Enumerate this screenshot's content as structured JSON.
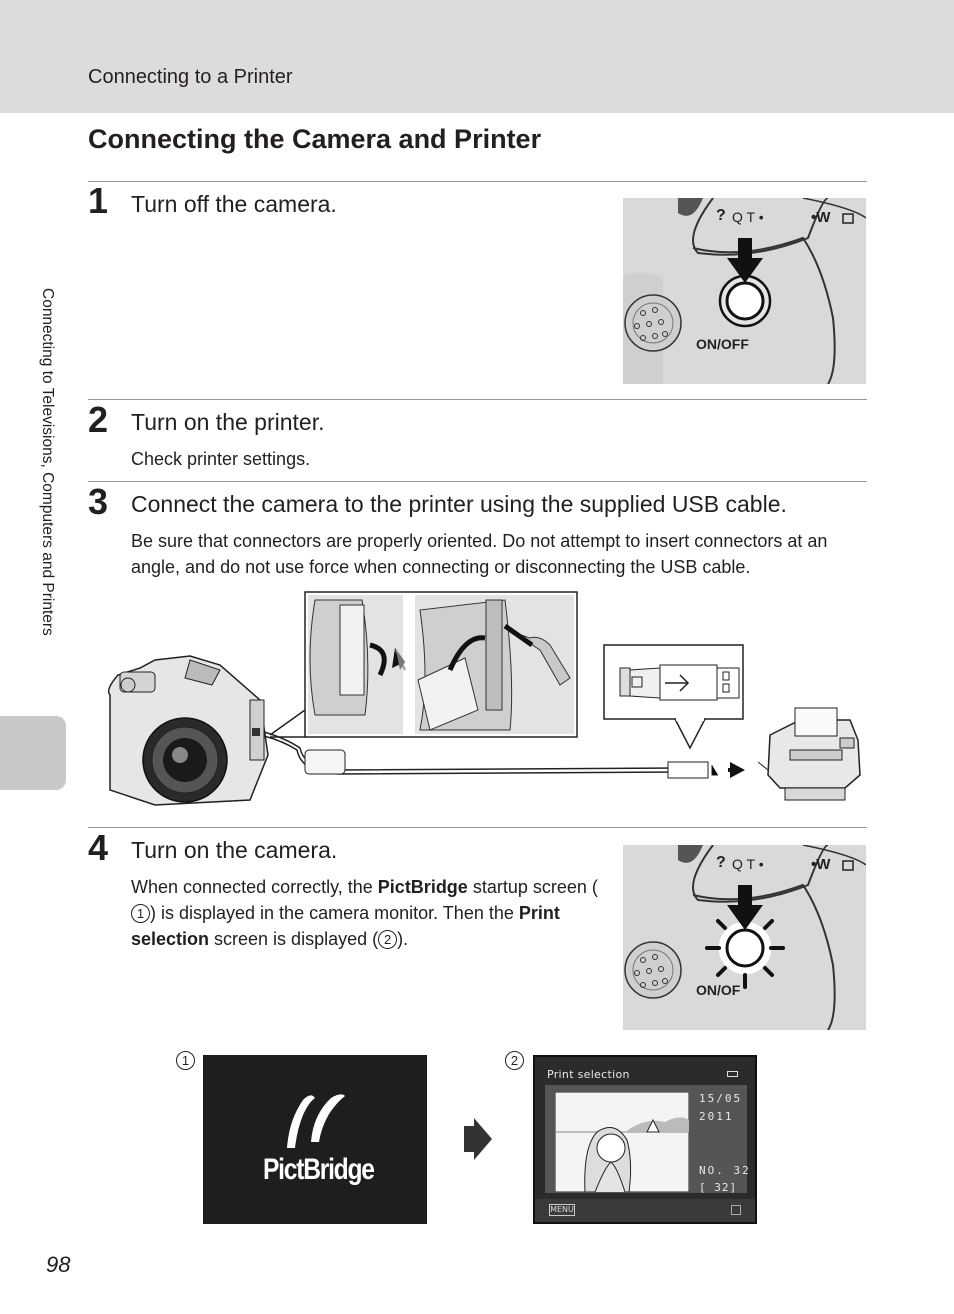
{
  "header": {
    "section": "Connecting to a Printer"
  },
  "title": "Connecting the Camera and Printer",
  "side_label": "Connecting to Televisions, Computers and Printers",
  "steps": [
    {
      "num": "1",
      "heading": "Turn off the camera."
    },
    {
      "num": "2",
      "heading": "Turn on the printer.",
      "body": "Check printer settings."
    },
    {
      "num": "3",
      "heading": "Connect the camera to the printer using the supplied USB cable.",
      "body": "Be sure that connectors are properly oriented. Do not attempt to insert connectors at an angle, and do not use force when connecting or disconnecting the USB cable."
    },
    {
      "num": "4",
      "heading": "Turn on the camera.",
      "body_a": "When connected correctly, the ",
      "body_b": "PictBridge",
      "body_c": " startup screen (",
      "body_d": ") is displayed in the camera monitor. Then the ",
      "body_e": "Print selection",
      "body_f": " screen is displayed (",
      "body_g": ")."
    }
  ],
  "callouts": {
    "one": "1",
    "two": "2"
  },
  "camera_button": {
    "label": "ON/OFF",
    "label_partial": "ON/OF"
  },
  "screen1": {
    "logo": "PictBridge"
  },
  "screen2": {
    "title": "Print selection",
    "date_line1": "15/05",
    "date_line2": "2011",
    "no_label": "NO.  32",
    "count": "[   32]"
  },
  "icons": [
    "camera-top-icon",
    "usb-plug-icon",
    "printer-icon",
    "arrow-right-icon"
  ],
  "page_number": "98"
}
